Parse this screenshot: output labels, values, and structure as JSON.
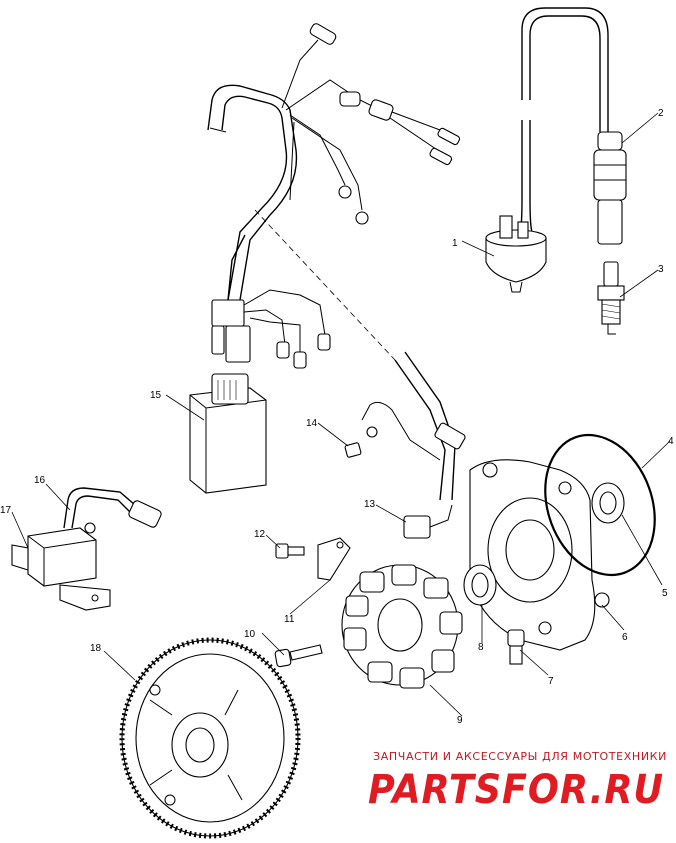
{
  "callouts": [
    {
      "id": "1",
      "label": "1"
    },
    {
      "id": "2",
      "label": "2"
    },
    {
      "id": "3",
      "label": "3"
    },
    {
      "id": "4",
      "label": "4"
    },
    {
      "id": "5",
      "label": "5"
    },
    {
      "id": "6",
      "label": "6"
    },
    {
      "id": "7",
      "label": "7"
    },
    {
      "id": "8",
      "label": "8"
    },
    {
      "id": "9",
      "label": "9"
    },
    {
      "id": "10",
      "label": "10"
    },
    {
      "id": "11",
      "label": "11"
    },
    {
      "id": "12",
      "label": "12"
    },
    {
      "id": "13",
      "label": "13"
    },
    {
      "id": "14",
      "label": "14"
    },
    {
      "id": "15",
      "label": "15"
    },
    {
      "id": "16",
      "label": "16"
    },
    {
      "id": "17",
      "label": "17"
    },
    {
      "id": "18",
      "label": "18"
    }
  ],
  "watermark": {
    "tagline": "ЗАПЧАСТИ И АКСЕССУАРЫ ДЛЯ МОТОТЕХНИКИ",
    "brand": "PARTSFOR.RU",
    "color": "#e01b22"
  }
}
